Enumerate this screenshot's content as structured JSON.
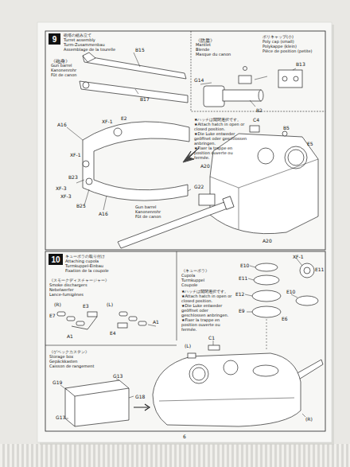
{
  "diagram": {
    "nodes": [
      {
        "text": [
          "9"
        ]
      },
      {
        "text": [
          "10"
        ]
      }
    ],
    "labels": [
      "砲塔の組み立て",
      "Turret assembly",
      "Turm-Zusammenbau",
      "Assemblage de la tourelle",
      "《砲身》",
      "Gun barrel",
      "Kanonenrohr",
      "Fût de canon",
      "B15",
      "B17",
      "《防盾》",
      "Mantlet",
      "Blende",
      "Masque du canon",
      "ポリキャップ(小)",
      "Poly cap (small)",
      "Polykappe (klein)",
      "Pièce de position (petite)",
      "B13",
      "G14",
      "B2",
      "★ハッチは開閉選択です。",
      "★Attach hatch in open or closed position.",
      "★Die Luke entweder geöffnet oder geschlossen anbringen.",
      "★Fixer la trappe en position ouverte ou fermée.",
      "C4",
      "B5",
      "E5",
      "A20",
      "A16",
      "E2",
      "XF-1",
      "XF-1",
      "B23",
      "XF-3",
      "XF-3",
      "B25",
      "A16",
      "G22",
      "A20",
      "Gun barrel",
      "Kanonenrohr",
      "Fût de canon",
      "キューポラの取り付け",
      "Attaching cupola",
      "Turmkuppel-Einbau",
      "Fixation de la coupole",
      "《スモークディスチャージャー》",
      "Smoke dischargers",
      "Nebelwerfer",
      "Lance-fumigènes",
      "(R)",
      "E3",
      "E7",
      "(L)",
      "A1",
      "E4",
      "A1",
      "《ゲベックカステン》",
      "Storage box",
      "Gepäckkasten",
      "Caisson de rangement",
      "G13",
      "G19",
      "G18",
      "G17",
      "《キューポラ》",
      "Cupola",
      "Turmkuppel",
      "Coupole",
      "★ハッチは開閉選択です。",
      "★Attach hatch in open or closed position.",
      "★Die Luke entweder geöffnet oder geschlossen anbringen.",
      "★Fixer la trappe en position ouverte ou fermée.",
      "E10",
      "XF-1",
      "E11",
      "E12",
      "E10",
      "E11",
      "C1",
      "E9",
      "E6",
      "(L)",
      "(R)",
      "6"
    ]
  }
}
